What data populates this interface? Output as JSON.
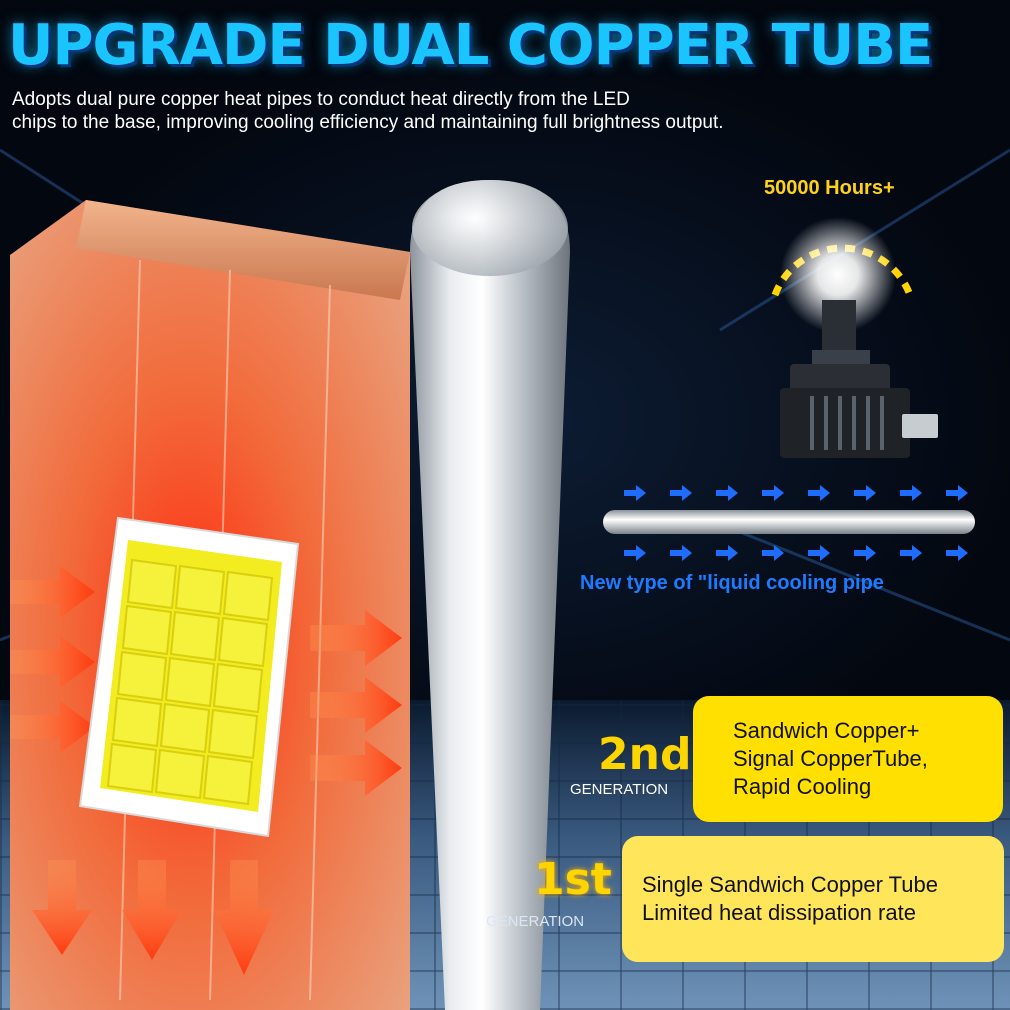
{
  "header": {
    "title": "UPGRADE DUAL COPPER TUBE",
    "subtitle_line1": "Adopts dual pure copper heat pipes to conduct heat directly from the LED",
    "subtitle_line2": "chips to the base, improving cooling efficiency and maintaining full brightness output."
  },
  "product": {
    "lifespan": "50000 Hours+",
    "pipe_caption": "New type of \"liquid cooling pipe"
  },
  "generations": [
    {
      "number": "2nd",
      "label": "GENERATION",
      "lines": [
        "Sandwich Copper+",
        "Signal CopperTube,",
        "Rapid Cooling"
      ]
    },
    {
      "number": "1st",
      "label": "GENERATION",
      "lines": [
        "Single Sandwich Copper Tube",
        "Limited heat dissipation rate"
      ]
    }
  ],
  "colors": {
    "title": "#19c4ff",
    "accent_yellow": "#ffd500",
    "caption_blue": "#1e7bff",
    "box_2nd": "#ffe000",
    "box_1st": "#ffe55a",
    "copper": "#e7865a",
    "heat_arrow": "#ff4a12"
  },
  "icons": [
    "heat-arrow-icon",
    "flow-arrow-icon",
    "led-bulb-icon",
    "led-chip-icon"
  ]
}
